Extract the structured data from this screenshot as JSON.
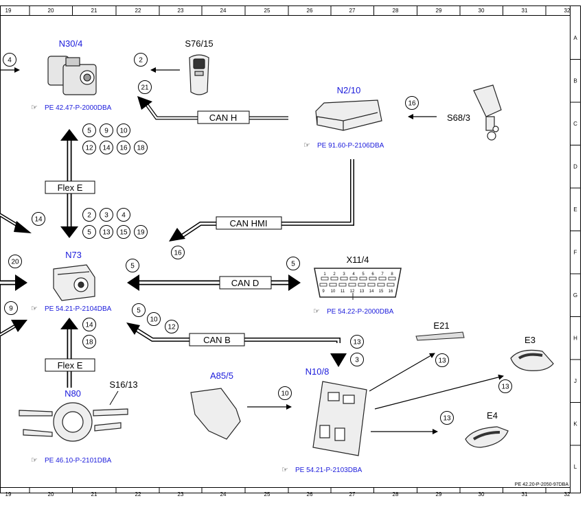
{
  "frame": {
    "top_columns": [
      "19",
      "20",
      "21",
      "22",
      "23",
      "24",
      "25",
      "26",
      "27",
      "28",
      "29",
      "30",
      "31",
      "32"
    ],
    "bottom_columns": [
      "19",
      "20",
      "21",
      "22",
      "23",
      "24",
      "25",
      "26",
      "27",
      "28",
      "29",
      "30",
      "31",
      "32"
    ],
    "rows": [
      "A",
      "B",
      "C",
      "D",
      "E",
      "F",
      "G",
      "H",
      "J",
      "K",
      "L"
    ],
    "drawing_id": "PE 42.20-P-2050-97DBA"
  },
  "components": {
    "n30_4": {
      "code": "N30/4",
      "ref": "PE 42.47-P-2000DBA"
    },
    "s76_15": {
      "code": "S76/15"
    },
    "n2_10": {
      "code": "N2/10",
      "ref": "PE 91.60-P-2106DBA"
    },
    "s68_3": {
      "code": "S68/3"
    },
    "n73": {
      "code": "N73",
      "ref": "PE 54.21-P-2104DBA"
    },
    "x11_4": {
      "code": "X11/4",
      "ref": "PE 54.22-P-2000DBA",
      "pins_top": [
        "1",
        "2",
        "3",
        "4",
        "5",
        "6",
        "7",
        "8"
      ],
      "pins_bottom": [
        "9",
        "10",
        "11",
        "12",
        "13",
        "14",
        "15",
        "16"
      ]
    },
    "n80": {
      "code": "N80",
      "ref": "PE 46.10-P-2101DBA"
    },
    "s16_13": {
      "code": "S16/13"
    },
    "a85_5": {
      "code": "A85/5"
    },
    "n10_8": {
      "code": "N10/8",
      "ref": "PE 54.21-P-2103DBA"
    },
    "e21": {
      "code": "E21"
    },
    "e3": {
      "code": "E3"
    },
    "e4": {
      "code": "E4"
    }
  },
  "buses": {
    "can_h": "CAN H",
    "can_hmi": "CAN HMI",
    "can_d": "CAN D",
    "can_b": "CAN B",
    "flex_e_top": "Flex E",
    "flex_e_bottom": "Flex E"
  },
  "markers": {
    "m4_left": "4",
    "m2_s76": "2",
    "m21": "21",
    "m16_s68": "16",
    "flex_top": [
      "5",
      "9",
      "10",
      "12",
      "14",
      "16",
      "18"
    ],
    "flex_mid": [
      "2",
      "3",
      "4",
      "5",
      "13",
      "15",
      "19"
    ],
    "m14_left": "14",
    "m16_hmi": "16",
    "m20_left": "20",
    "m9_left": "9",
    "m5_cand_left": "5",
    "m5_cand_right": "5",
    "canb_left": [
      "5",
      "10",
      "12"
    ],
    "canb_right": [
      "13",
      "3"
    ],
    "flex_bottom": [
      "14",
      "18"
    ],
    "m10_a85": "10",
    "m13_e21": "13",
    "m13_e3": "13",
    "m13_e4": "13"
  }
}
